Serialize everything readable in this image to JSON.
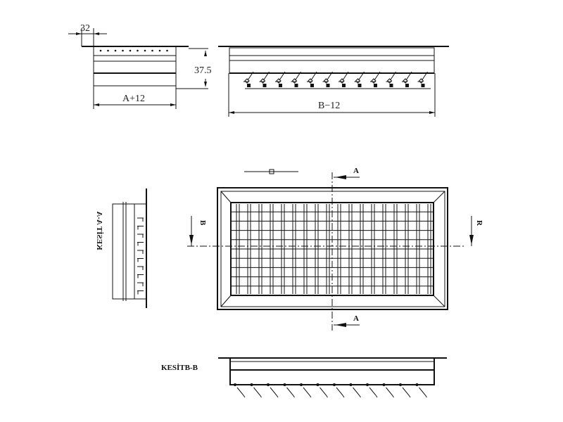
{
  "dimensions": {
    "flange_width": "32",
    "depth": "37.5",
    "width_a": "A+12",
    "width_b": "B−12"
  },
  "section_labels": {
    "section_a_marker": "A",
    "section_b_marker_left": "B",
    "section_b_marker_right": "R",
    "section_a_title": "KESİT A-A",
    "section_b_title": "KESİTB-B"
  },
  "grille": {
    "rows": 10,
    "blade_count_top": 12,
    "blade_count_bottom": 12,
    "side_blades": 10
  },
  "colors": {
    "line": "#111111",
    "background": "#ffffff"
  }
}
